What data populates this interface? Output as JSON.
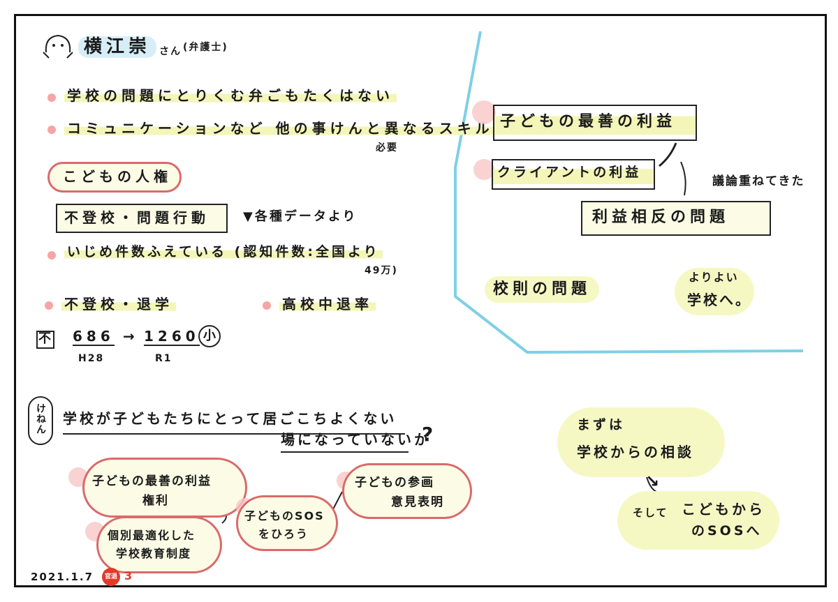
{
  "speaker": {
    "name": "横江崇",
    "honorific": "さん",
    "role": "(弁護士)"
  },
  "bullets": {
    "b1": "学校の問題にとりくむ弁ごもたくはない",
    "b2": "コミュニケーションなど 他の事けんと異なるスキル",
    "b2_note": "必要"
  },
  "human_rights": "こどもの人権",
  "truancy_box": "不登校・問題行動",
  "data_source": "▼各種データより",
  "bullying": {
    "text": "いじめ件数ふえている (認知件数:全国より",
    "note": "49万)"
  },
  "dropout": {
    "left": "不登校・退学",
    "right": "高校中退率"
  },
  "stats": {
    "label": "不",
    "from_value": "686",
    "from_year": "H28",
    "arrow": "→",
    "to_value": "1260",
    "to_year": "R1",
    "level": "小"
  },
  "concern": {
    "tag": "けねん",
    "line1": "学校が子どもたちにとって居ごこちよくない",
    "line2": "場になっていないか",
    "mark": "?"
  },
  "clouds": {
    "best_interest": {
      "line1": "子どもの最善の利益",
      "line2": "権利"
    },
    "optimized": {
      "line1": "個別最適化した",
      "line2": "学校教育制度"
    },
    "sos": {
      "line1": "子どものSOS",
      "line2": "をひろう"
    },
    "participation": {
      "line1": "子どもの参画",
      "line2": "意見表明"
    }
  },
  "right_panel": {
    "child_best": "子どもの最善の利益",
    "client": "クライアントの利益",
    "discussion_note": "議論重ねてきた",
    "conflict": "利益相反の問題",
    "rules": "校則の問題",
    "better_l1": "よりよい",
    "better_l2": "学校へ。"
  },
  "consultation": {
    "l1": "まずは",
    "l2": "学校からの相談",
    "arrow": "↘",
    "l3_prefix": "そして",
    "l3": "こどもから",
    "l4": "のSOSへ"
  },
  "footer": {
    "date": "2021.1.7",
    "badge": "官退",
    "page": "3"
  },
  "colors": {
    "highlight": "#f3f6b8",
    "pink": "#f5a5a5",
    "cloud_border": "#d96a6a",
    "blue_line": "#7fcfe6"
  },
  "icons": {
    "face": "face-doodle-icon"
  }
}
